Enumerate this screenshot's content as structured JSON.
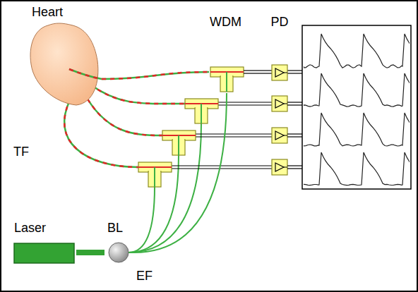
{
  "diagram": {
    "nodes": [
      {
        "text": [
          "Heart"
        ]
      },
      {
        "text": [
          "WDM"
        ]
      },
      {
        "text": [
          "PD"
        ]
      },
      {
        "text": [
          "Laser"
        ]
      },
      {
        "text": [
          "BL"
        ]
      }
    ],
    "edges": [
      {
        "from": 0,
        "to": 1,
        "arrow": "none"
      },
      {
        "from": 1,
        "to": 2,
        "arrow": "none"
      },
      {
        "from": 3,
        "to": 4,
        "arrow": "none"
      },
      {
        "from": 4,
        "to": 1,
        "arrow": "none"
      }
    ],
    "labels": [
      "TF",
      "EF"
    ]
  }
}
